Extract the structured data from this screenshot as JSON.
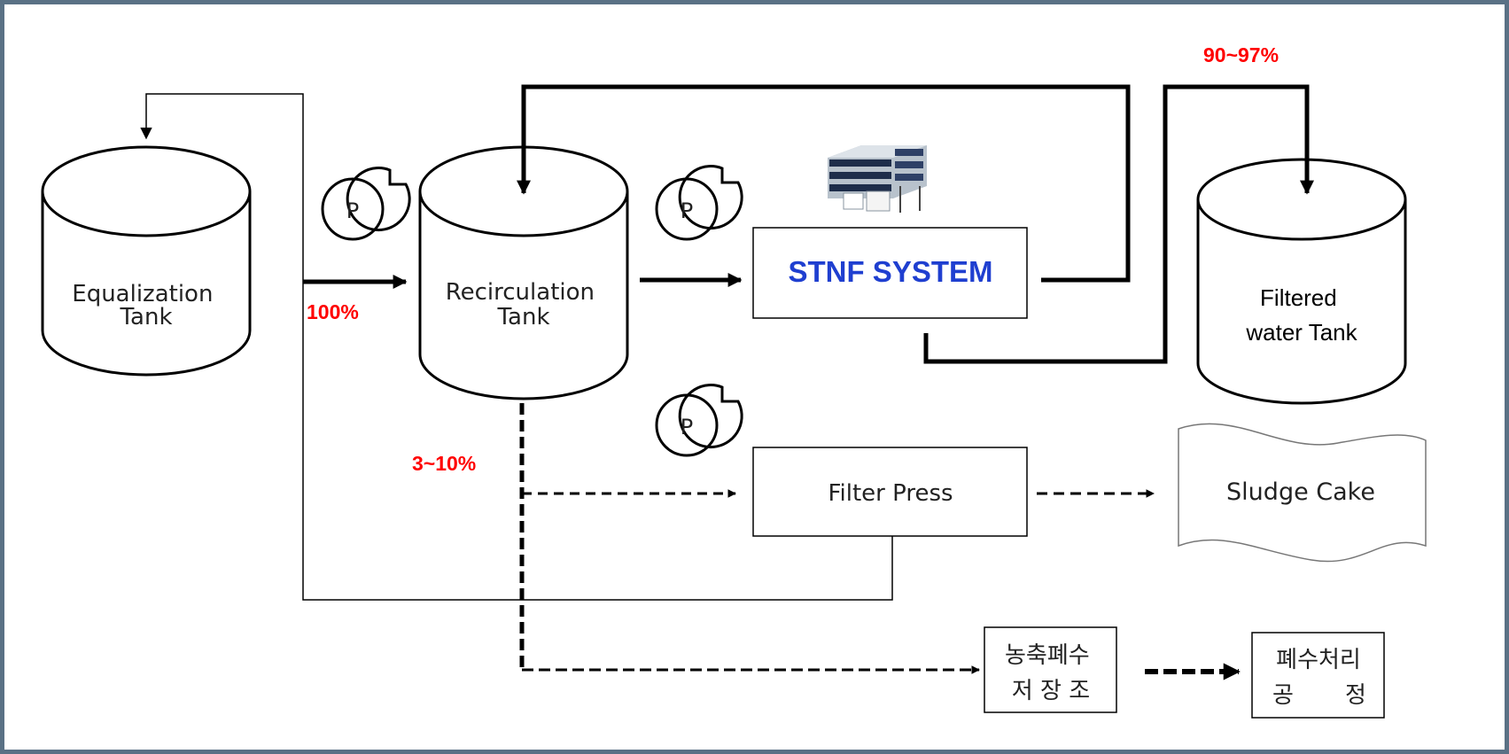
{
  "tanks": {
    "equalization": {
      "line1": "Equalization",
      "line2": "Tank"
    },
    "recirculation": {
      "line1": "Recirculation",
      "line2": "Tank"
    },
    "filtered_water": {
      "line1": "Filtered",
      "line2": "water Tank"
    }
  },
  "pump_label": "P",
  "stnf_system": {
    "label": "STNF SYSTEM",
    "icon": "filtration-unit-icon"
  },
  "filter_press": {
    "label": "Filter Press"
  },
  "sludge_cake": {
    "label": "Sludge Cake"
  },
  "concentrate_tank": {
    "line1": "농축폐수",
    "line2": "저 장 조"
  },
  "wastewater_process": {
    "line1": "폐수처리",
    "line2_left": "공",
    "line2_right": "정"
  },
  "percentages": {
    "inflow": "100%",
    "permeate": "90~97%",
    "reject": "3~10%"
  },
  "colors": {
    "frame": "#5a7185",
    "percent": "#ff0000",
    "stnf_text": "#1f3fd0"
  }
}
